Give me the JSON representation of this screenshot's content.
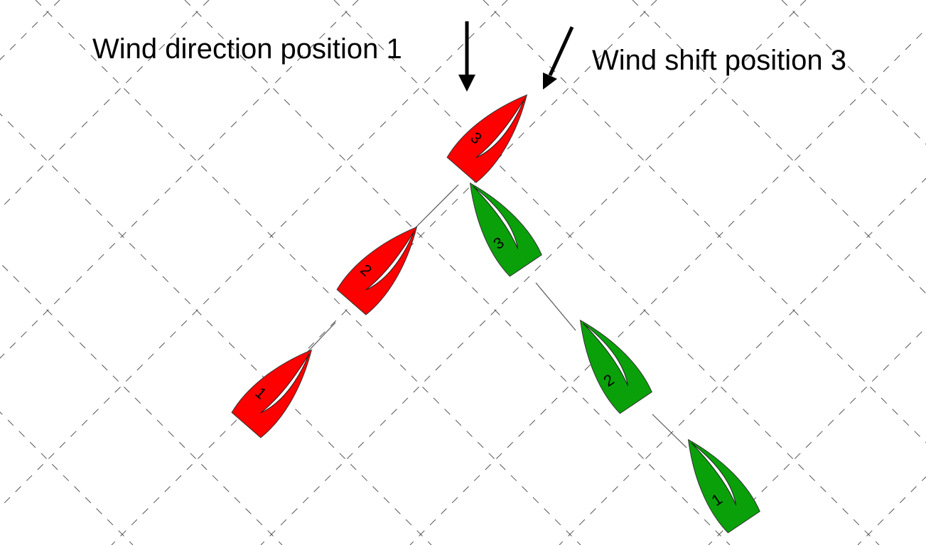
{
  "labels": {
    "wind_direction": "Wind direction position 1",
    "wind_shift": "Wind shift position 3"
  },
  "colors": {
    "red_boat": "#ff0000",
    "green_boat": "#0aa00a",
    "grid": "#555555",
    "arrow": "#000000"
  },
  "boats": {
    "red": [
      {
        "number": "1"
      },
      {
        "number": "2"
      },
      {
        "number": "3"
      }
    ],
    "green": [
      {
        "number": "1"
      },
      {
        "number": "2"
      },
      {
        "number": "3"
      }
    ]
  }
}
